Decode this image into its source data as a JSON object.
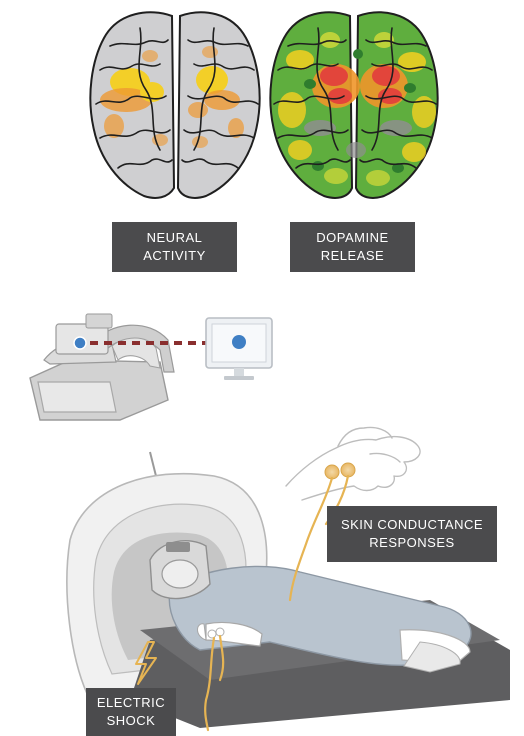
{
  "labels": {
    "neural": {
      "line1": "NEURAL",
      "line2": "ACTIVITY"
    },
    "dopamine": {
      "line1": "DOPAMINE",
      "line2": "RELEASE"
    },
    "skin": {
      "line1": "SKIN CONDUCTANCE",
      "line2": "RESPONSES"
    },
    "shock": {
      "line1": "ELECTRIC",
      "line2": "SHOCK"
    }
  },
  "colors": {
    "label_bg": "#4b4b4d",
    "brain_outline": "#1f1f1f",
    "heat_yellow": "#f5d020",
    "heat_orange": "#f0962a",
    "heat_red": "#e2453b",
    "heat_green": "#3f9b3c",
    "wire": "#e6b453",
    "equipment": "#d9d9d9",
    "patient": "#b9c4cf",
    "camera_dash": "#8a2f2f",
    "screen_dot": "#3f7fc4"
  }
}
